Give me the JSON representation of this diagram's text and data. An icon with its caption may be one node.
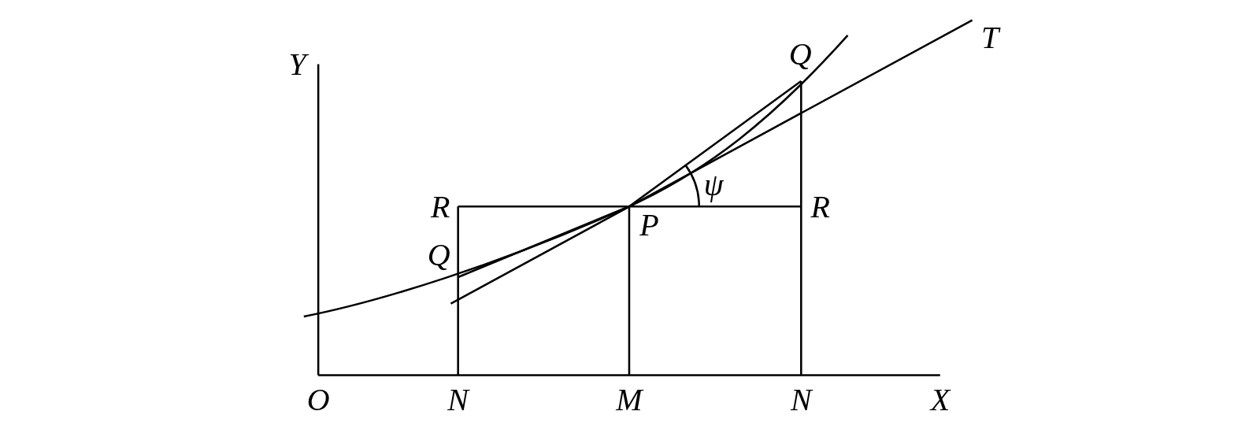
{
  "diagram": {
    "labels": [
      "Y",
      "Q",
      "T",
      "R",
      "ψ",
      "R",
      "P",
      "Q",
      "O",
      "N",
      "M",
      "N",
      "X"
    ]
  }
}
